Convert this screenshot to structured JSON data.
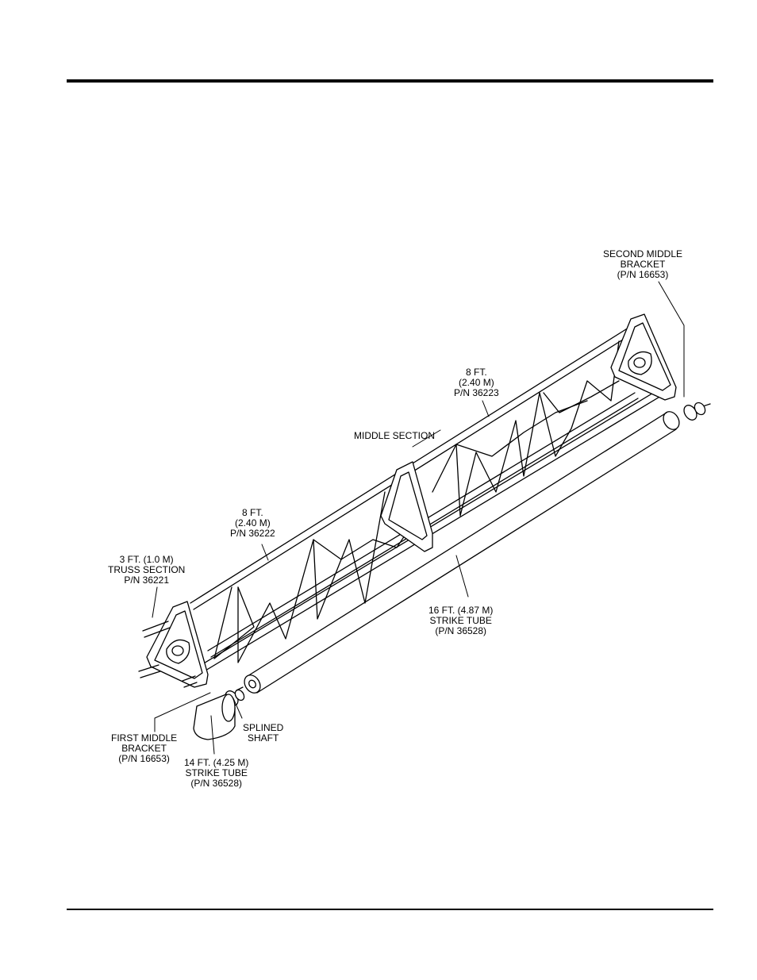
{
  "labels": {
    "second_middle_bracket": [
      "SECOND MIDDLE",
      "BRACKET",
      "(P/N 16653)"
    ],
    "middle_upper_truss": [
      "8 FT.",
      "(2.40 M)",
      "P/N 36223"
    ],
    "middle_section": [
      "MIDDLE SECTION"
    ],
    "lower_truss": [
      "8 FT.",
      "(2.40 M)",
      "P/N 36222"
    ],
    "truss_section": [
      "3 FT. (1.0 M)",
      "TRUSS SECTION",
      "P/N 36221"
    ],
    "long_strike_tube": [
      "16 FT. (4.87 M)",
      "STRIKE TUBE",
      "(P/N 36528)"
    ],
    "splined_shaft": [
      "SPLINED",
      "SHAFT"
    ],
    "first_middle_bracket": [
      "FIRST MIDDLE",
      "BRACKET",
      "(P/N 16653)"
    ],
    "short_strike_tube": [
      "14 FT. (4.25 M)",
      "STRIKE TUBE",
      "(P/N 36528)"
    ]
  }
}
